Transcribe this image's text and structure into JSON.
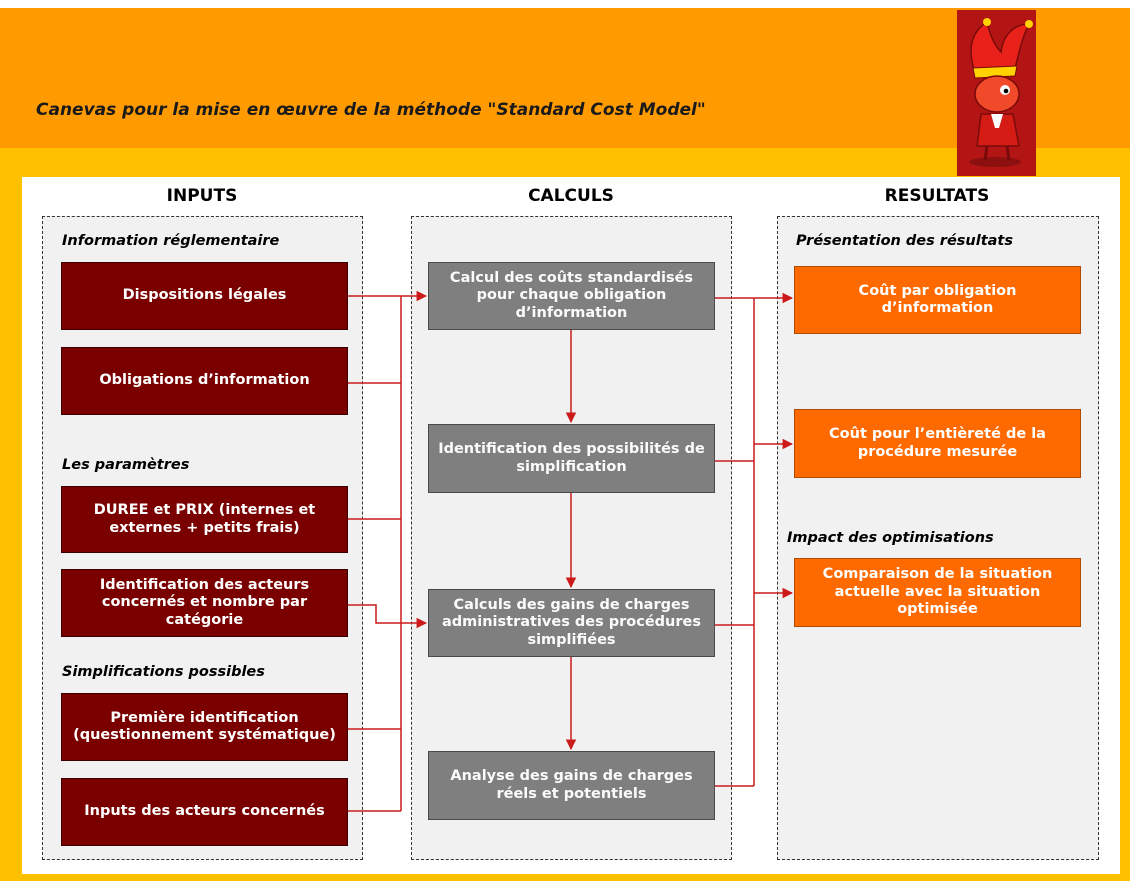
{
  "title": "Canevas pour la mise en œuvre de la méthode \"Standard Cost Model\"",
  "columns": {
    "inputs": {
      "header": "INPUTS",
      "sections": [
        {
          "title": "Information réglementaire",
          "items": [
            "Dispositions légales",
            "Obligations d’information"
          ]
        },
        {
          "title": "Les paramètres",
          "items": [
            "DUREE et PRIX (internes et externes + petits frais)",
            "Identification des acteurs concernés et nombre par catégorie"
          ]
        },
        {
          "title": "Simplifications possibles",
          "items": [
            "Première identification (questionnement systématique)",
            "Inputs des acteurs concernés"
          ]
        }
      ]
    },
    "calculs": {
      "header": "CALCULS",
      "items": [
        "Calcul des coûts standardisés pour chaque obligation d’information",
        "Identification des possibilités de simplification",
        "Calculs des gains de charges administratives des procédures simplifiées",
        "Analyse des gains de charges réels et potentiels"
      ]
    },
    "resultats": {
      "header": "RESULTATS",
      "sections": [
        {
          "title": "Présentation des résultats",
          "items": [
            "Coût par obligation d’information",
            "Coût pour l’entièreté de la procédure mesurée"
          ]
        },
        {
          "title": "Impact des optimisations",
          "items": [
            "Comparaison de la situation actuelle avec la situation optimisée"
          ]
        }
      ]
    }
  },
  "colors": {
    "header_orange": "#ff9b00",
    "frame_yellow": "#ffc000",
    "input_box": "#7a0000",
    "calc_box": "#7f7f7f",
    "result_box": "#ff6a00",
    "connector": "#cc1a1a"
  },
  "mascot": {
    "icon": "jester-mascot-icon"
  }
}
